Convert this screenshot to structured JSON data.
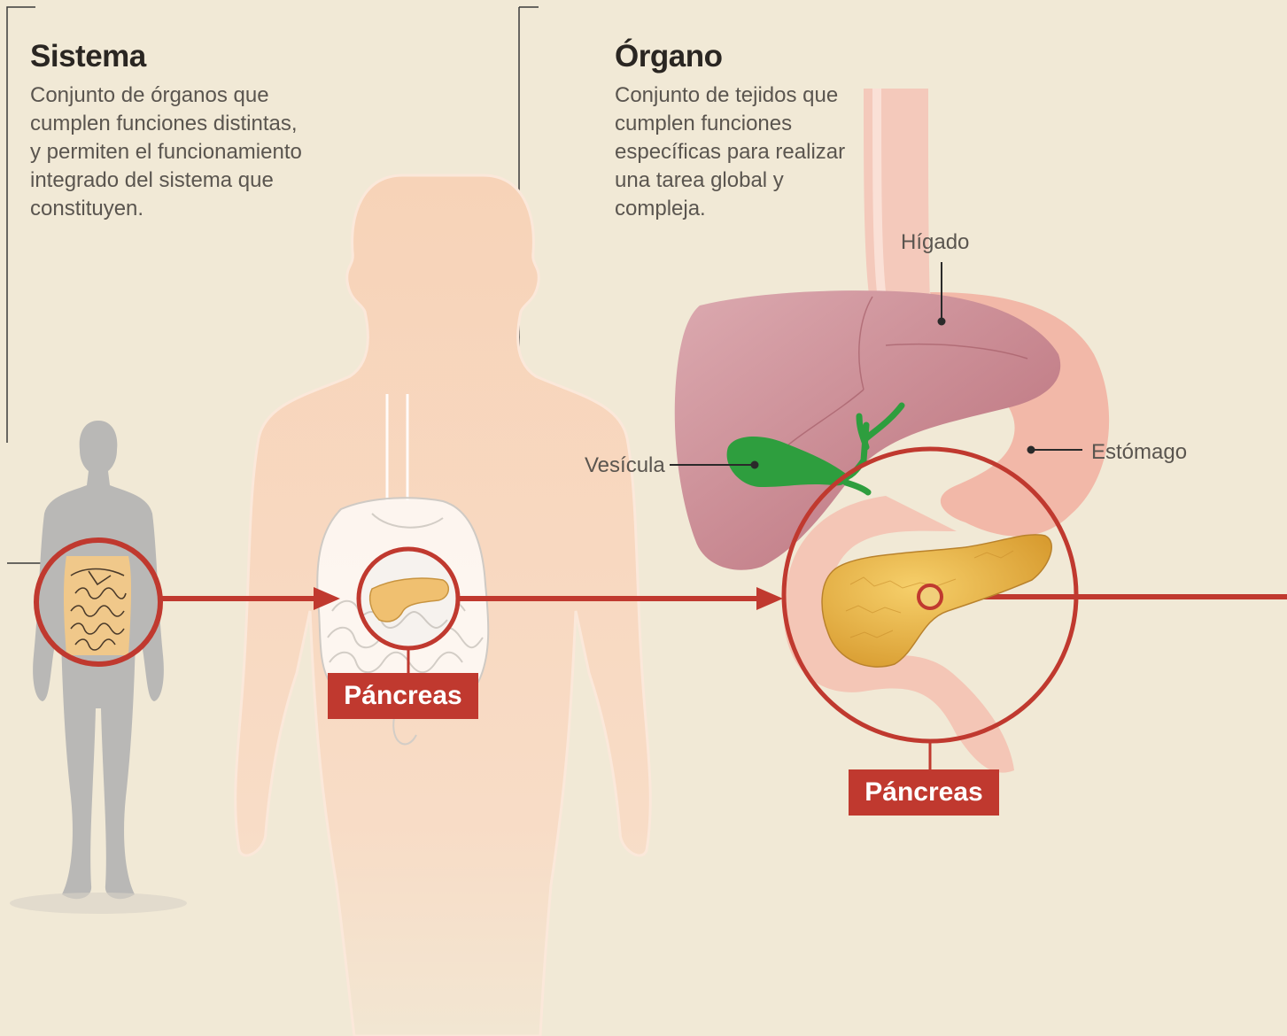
{
  "sistema": {
    "title": "Sistema",
    "description_lines": [
      "Conjunto de órganos que",
      "cumplen funciones distintas,",
      "y permiten el funcionamiento",
      "integrado del sistema que",
      "constituyen."
    ]
  },
  "organo": {
    "title": "Órgano",
    "description_lines": [
      "Conjunto de tejidos que",
      "cumplen funciones",
      "específicas para realizar",
      "una tarea global y",
      "compleja."
    ]
  },
  "labels": {
    "liver": "Hígado",
    "gallbladder": "Vesícula",
    "stomach": "Estómago"
  },
  "tags": {
    "pancreas_body": "Páncreas",
    "pancreas_organ": "Páncreas"
  },
  "colors": {
    "background": "#f1e9d6",
    "accent": "#c0392f",
    "silhouette_small": "#b9b8b6",
    "silhouette_large": "#f7d9c0",
    "liver": "#c98891",
    "gallbladder": "#2e9e3e",
    "pancreas": "#e6b24a",
    "stomach": "#f4c2b2"
  }
}
